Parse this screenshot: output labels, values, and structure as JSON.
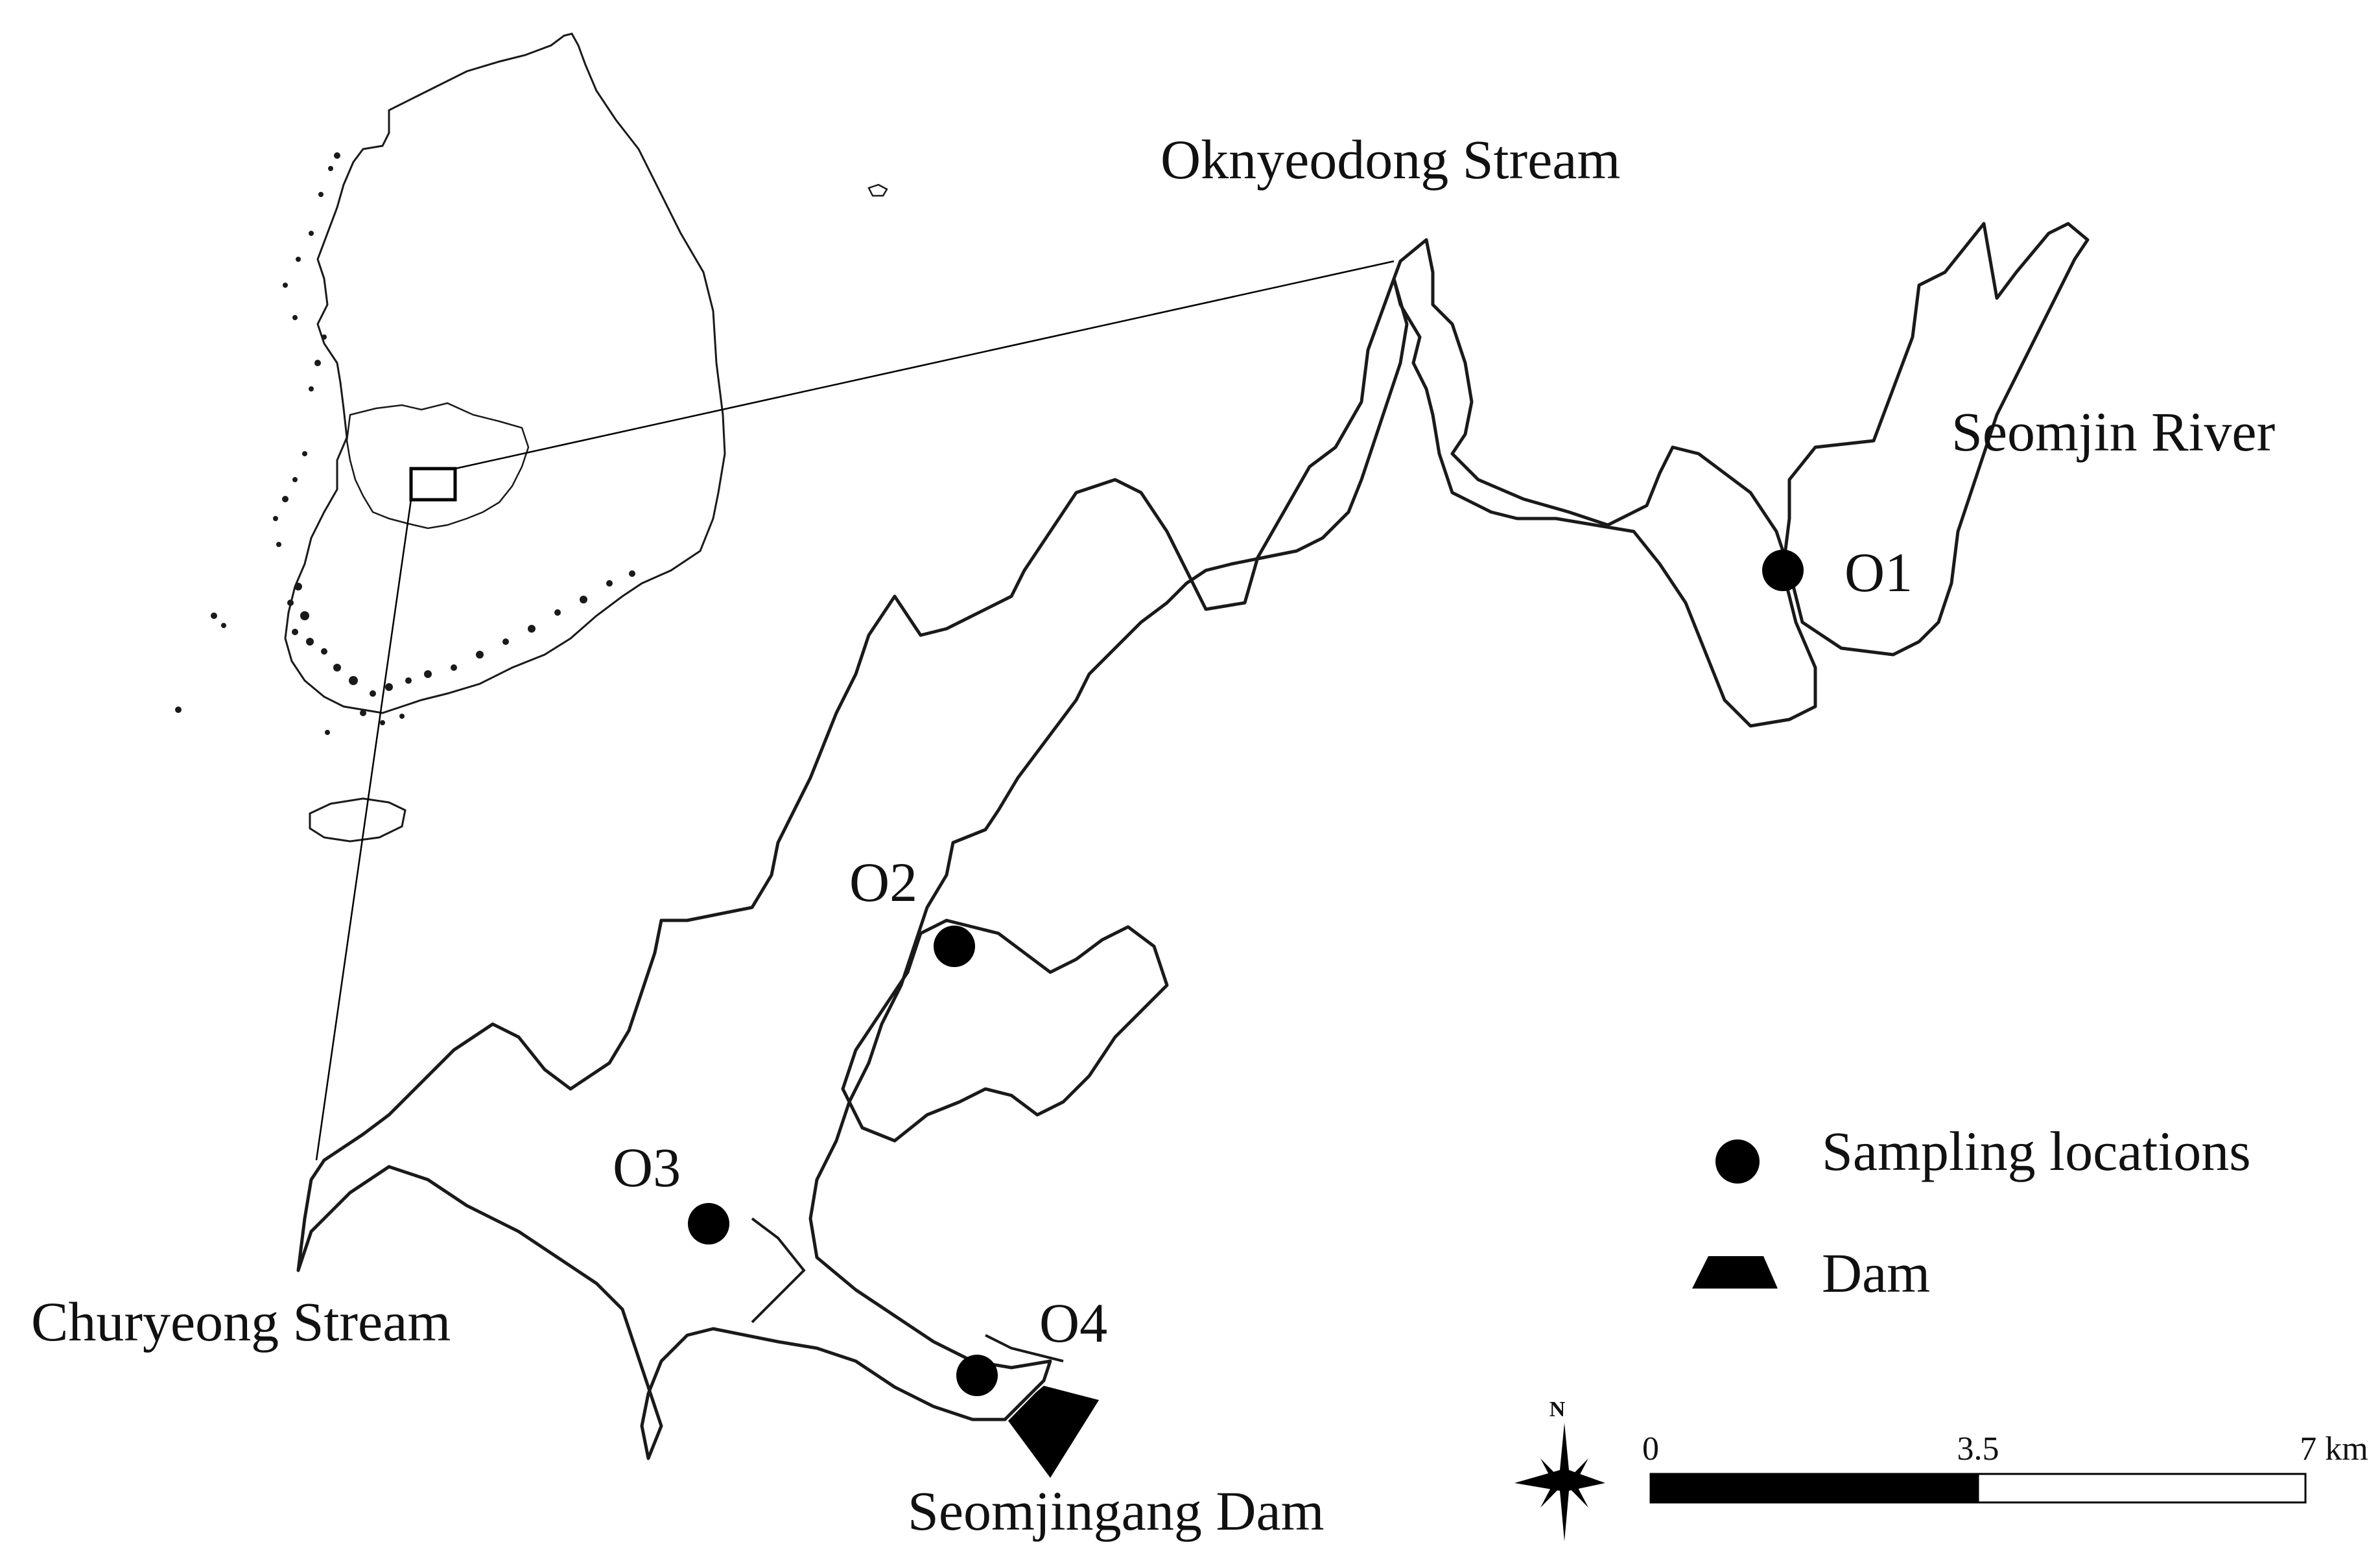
{
  "labels": {
    "oknyeodong": "Oknyeodong Stream",
    "seomjin_river": "Seomjin River",
    "churyeong": "Churyeong Stream",
    "dam_name": "Seomjingang Dam"
  },
  "sites": [
    {
      "id": "O1"
    },
    {
      "id": "O2"
    },
    {
      "id": "O3"
    },
    {
      "id": "O4"
    }
  ],
  "legend": {
    "sampling": "Sampling locations",
    "dam": "Dam"
  },
  "north_arrow": {
    "label": "N"
  },
  "scale_bar": {
    "ticks": [
      "0",
      "3.5",
      "7 km"
    ],
    "colors": [
      "#000000",
      "#ffffff"
    ]
  },
  "colors": {
    "outline": "#1a1a1a",
    "marker": "#000000",
    "background": "#ffffff"
  }
}
